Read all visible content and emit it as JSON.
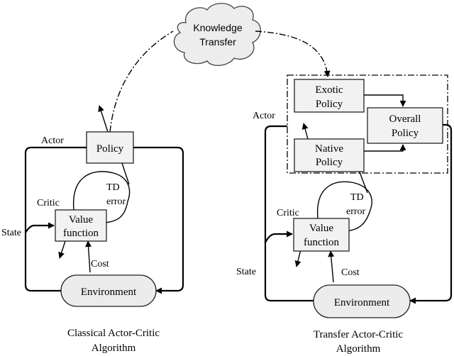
{
  "cloud": {
    "line1": "Knowledge",
    "line2": "Transfer"
  },
  "left": {
    "policy": "Policy",
    "value_line1": "Value",
    "value_line2": "function",
    "environment": "Environment",
    "actor": "Actor",
    "critic": "Critic",
    "td_line1": "TD",
    "td_line2": "error",
    "state": "State",
    "cost": "Cost",
    "caption_line1": "Classical Actor-Critic",
    "caption_line2": "Algorithm"
  },
  "right": {
    "exotic_line1": "Exotic",
    "exotic_line2": "Policy",
    "native_line1": "Native",
    "native_line2": "Policy",
    "overall_line1": "Overall",
    "overall_line2": "Policy",
    "value_line1": "Value",
    "value_line2": "function",
    "environment": "Environment",
    "actor": "Actor",
    "critic": "Critic",
    "td_line1": "TD",
    "td_line2": "error",
    "state": "State",
    "cost": "Cost",
    "caption_line1": "Transfer Actor-Critic",
    "caption_line2": "Algorithm"
  }
}
